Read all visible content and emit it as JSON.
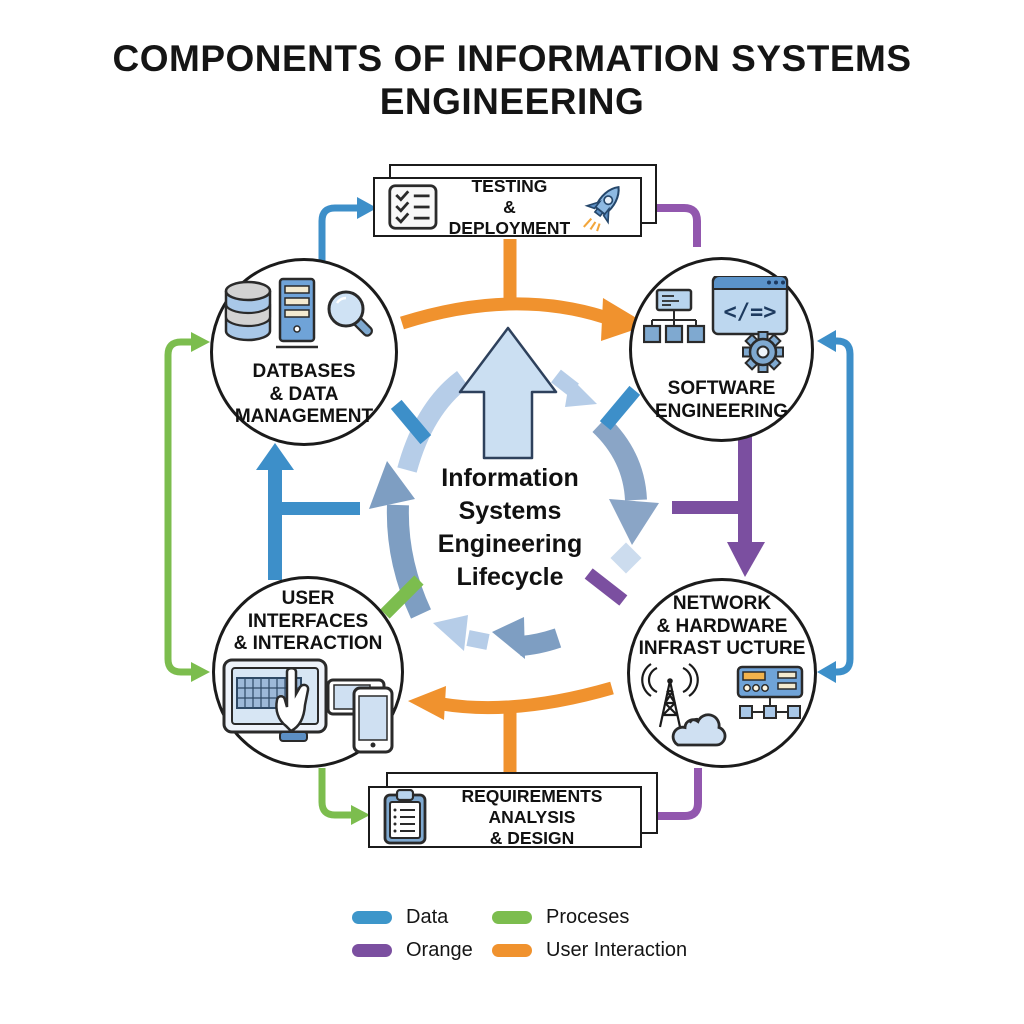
{
  "title": "COMPONENTS OF INFORMATION SYSTEMS\nENGINEERING",
  "center_label": "Information\nSystems\nEngineering\nLifecycle",
  "nodes": {
    "testing": {
      "label": "TESTING\n& DEPLOYMENT",
      "icons": [
        "checklist-icon",
        "rocket-icon"
      ]
    },
    "databases": {
      "label": "DATBASES\n& DATA\nMANAGEMENT",
      "icons": [
        "database-stack-icon",
        "server-icon",
        "magnifier-icon"
      ]
    },
    "software": {
      "label": "SOFTWARE\nENGINEERING",
      "code_text": "</=>",
      "icons": [
        "org-chart-icon",
        "code-window-icon",
        "gear-icon"
      ]
    },
    "ui": {
      "label": "USER\nINTERFACES\n& INTERACTION",
      "icons": [
        "tablet-keyboard-icon",
        "hand-cursor-icon",
        "phones-icon"
      ]
    },
    "network": {
      "label": "NETWORK\n& HARDWARE\nINFRAST UCTURE",
      "icons": [
        "radio-tower-icon",
        "cloud-icon",
        "router-icon"
      ]
    },
    "requirements": {
      "label": "REQUIREMENTS ANALYSIS\n& DESIGN",
      "icons": [
        "clipboard-icon"
      ]
    }
  },
  "legend": {
    "items": [
      {
        "label": "Data",
        "color": "#3d96ca"
      },
      {
        "label": "Proceses",
        "color": "#7cbd4e"
      },
      {
        "label": "Orange",
        "color": "#7b4fa0"
      },
      {
        "label": "User Interaction",
        "color": "#f0922e"
      }
    ]
  },
  "colors": {
    "data_blue": "#3d8fc9",
    "process_green": "#7cbd4e",
    "purple": "#7b4fa0",
    "purple_line": "#9257ae",
    "orange": "#f0922e",
    "steel": "#7e9ec2",
    "steel_light": "#b6cde8",
    "center_arrow_fill": "#cbdff2"
  }
}
